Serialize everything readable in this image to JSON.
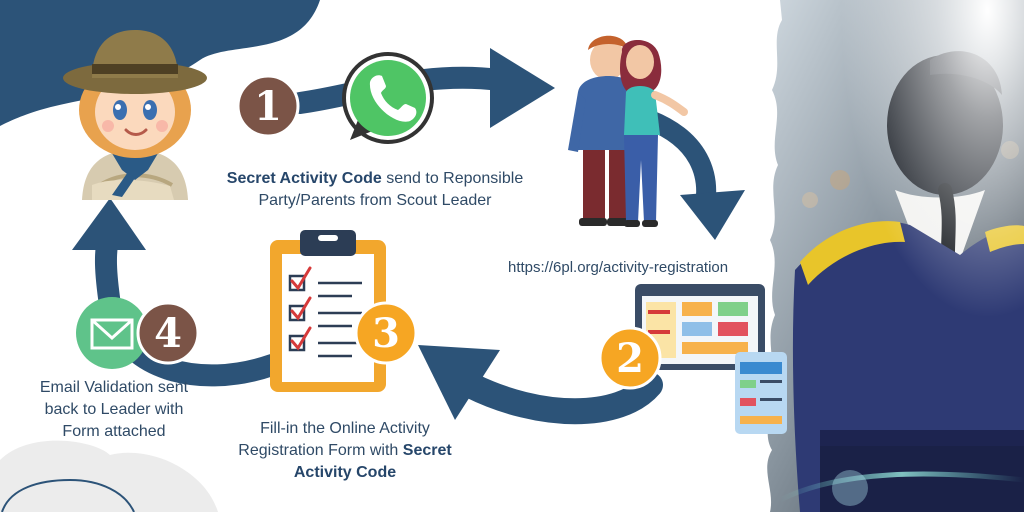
{
  "steps": {
    "step1": {
      "number": "1",
      "bold": "Secret Activity Code",
      "text": " send to Reponsible Party/Parents from Scout Leader"
    },
    "url": "https://6pl.org/activity-registration",
    "step2": {
      "number": "2"
    },
    "step3": {
      "number": "3",
      "text": "Fill-in the Online Activity Registration Form with ",
      "bold": "Secret Activity Code"
    },
    "step4": {
      "number": "4",
      "text": "Email Validation sent back to Leader with Form attached"
    }
  },
  "colors": {
    "arrow": "#2c5378",
    "brown_badge": "#7b5447",
    "orange_badge": "#f6a623",
    "whatsapp_green": "#4fc565",
    "mail_green": "#5fc38a",
    "text": "#2f4a66"
  },
  "icons": [
    "whatsapp-icon",
    "mail-icon",
    "clipboard-icon",
    "web-app-icon",
    "scout-child-icon",
    "parents-icon",
    "scout-photo"
  ]
}
